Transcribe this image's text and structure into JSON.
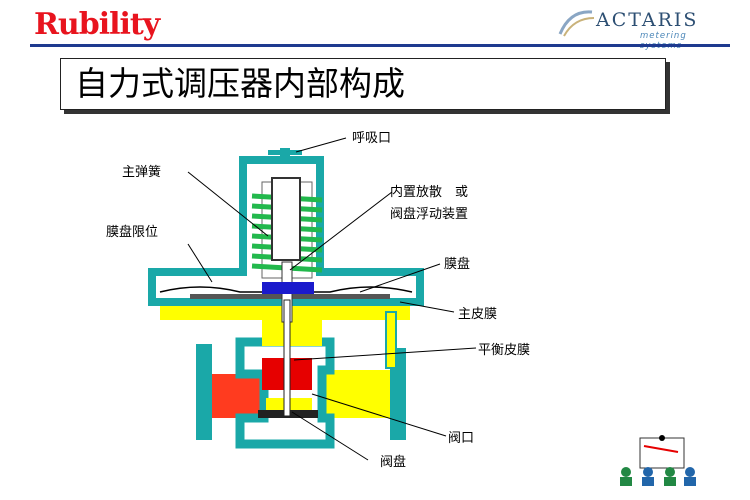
{
  "header": {
    "left_logo_text": "Rubility",
    "right_logo_brand": "ACTARIS",
    "right_logo_tagline": "metering systems"
  },
  "title": "自力式调压器内部构成",
  "labels": {
    "breather": "呼吸口",
    "main_spring": "主弹簧",
    "internal_relief_line1": "内置放散　或",
    "internal_relief_line2": "阀盘浮动装置",
    "diaphragm_stop": "膜盘限位",
    "diaphragm_plate": "膜盘",
    "main_diaphragm": "主皮膜",
    "balance_diaphragm": "平衡皮膜",
    "valve_port": "阀口",
    "valve_disc": "阀盘"
  },
  "colors": {
    "body_outline": "#1aa8a8",
    "low_pressure": "#ffff00",
    "inlet": "#ff3b1f",
    "valve_red": "#e60000",
    "spring": "#22b84c",
    "diaphragm_blue": "#1a1acc",
    "title_rule": "#1e3a8f",
    "logo_red": "#e8141e"
  }
}
